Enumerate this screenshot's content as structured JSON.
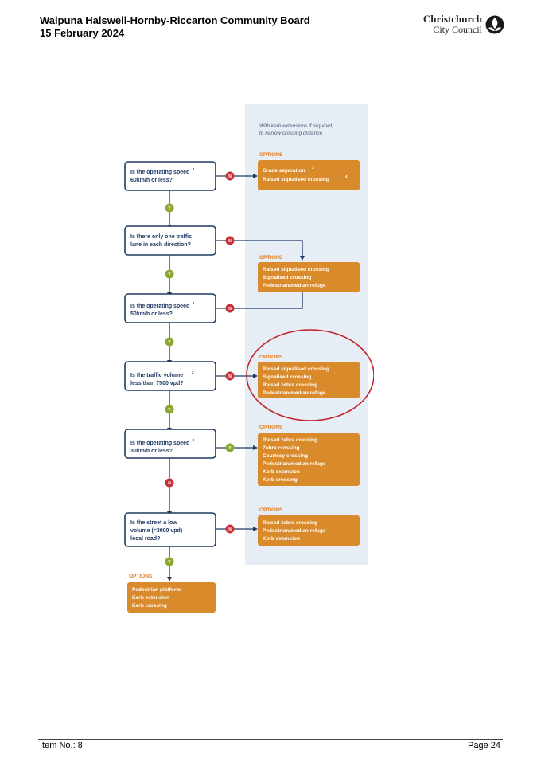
{
  "header": {
    "title": "Waipuna Halswell-Hornby-Riccarton Community Board",
    "date": "15 February 2024",
    "logo": {
      "line1": "Christchurch",
      "line2": "City Council",
      "icon": "council-leaf-logo-icon"
    }
  },
  "footer": {
    "item": "Item No.: 8",
    "page": "Page 24"
  },
  "flowchart": {
    "note": [
      "With kerb extensions if required,",
      "to narrow crossing distance"
    ],
    "options_label": "OPTIONS",
    "yes_label": "Y",
    "no_label": "N",
    "questions": [
      {
        "lines": [
          "Is the operating speed",
          "60km/h or less?"
        ],
        "superscript": "1"
      },
      {
        "lines": [
          "Is there only one traffic",
          "lane in each direction?"
        ],
        "superscript": ""
      },
      {
        "lines": [
          "Is the operating speed",
          "50km/h or less?"
        ],
        "superscript": "1"
      },
      {
        "lines": [
          "Is the traffic volume",
          "less than 7500 vpd?"
        ],
        "superscript": "2"
      },
      {
        "lines": [
          "Is the operating speed",
          "30km/h or less?"
        ],
        "superscript": "1"
      },
      {
        "lines": [
          "Is the street a low",
          "volume (<3000 vpd)",
          "local road?"
        ],
        "superscript": ""
      }
    ],
    "option_boxes": [
      {
        "lines": [
          "Grade separation",
          "Raised signalised crossing"
        ],
        "superscripts": [
          "3",
          "4"
        ]
      },
      {
        "lines": [
          "Raised signalised crossing",
          "Signalised crossing",
          "Pedestrian/median refuge"
        ]
      },
      {
        "lines": [
          "Raised signalised crossing",
          "Signalised crossing",
          "Raised zebra crossing",
          "Pedestrian/median refuge"
        ]
      },
      {
        "lines": [
          "Raised zebra crossing",
          "Zebra crossing",
          "Courtesy crossing",
          "Pedestrian/median refuge",
          "Kerb extension",
          "Kerb crossing"
        ]
      },
      {
        "lines": [
          "Raised zebra crossing",
          "Pedestrian/median refuge",
          "Kerb extension"
        ]
      },
      {
        "lines": [
          "Pedestrian platform",
          "Kerb extension",
          "Kerb crossing"
        ]
      }
    ],
    "colors": {
      "navy": "#1f3a63",
      "orange": "#d98a2b",
      "panel": "#e6edf4",
      "yes": "#8aa832",
      "no": "#c8313a",
      "highlight": "#c0252d"
    }
  }
}
